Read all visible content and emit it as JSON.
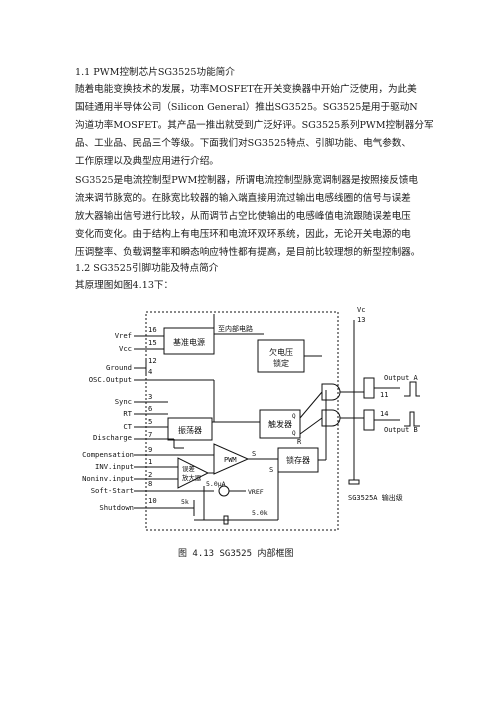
{
  "heading": "1.1 PWM控制芯片SG3525功能简介",
  "paragraph1": [
    "随着电能变换技术的发展，功率MOSFET在开关变换器中开始广泛使用，为此美",
    "国硅通用半导体公司（Silicon General）推出SG3525。SG3525是用于驱动N",
    "沟道功率MOSFET。其产品一推出就受到广泛好评。SG3525系列PWM控制器分军",
    "品、工业品、民品三个等级。下面我们对SG3525特点、引脚功能、电气参数、",
    "工作原理以及典型应用进行介绍。"
  ],
  "paragraph2": [
    "SG3525是电流控制型PWM控制器，所谓电流控制型脉宽调制器是按照接反馈电",
    "流来调节脉宽的。在脉宽比较器的输入端直接用流过输出电感线圈的信号与误差",
    "放大器输出信号进行比较，从而调节占空比使输出的电感峰值电流跟随误差电压",
    "变化而变化。由于结构上有电压环和电流环双环系统，因此，无论开关电源的电",
    "压调整率、负载调整率和瞬态响应特性都有提高，是目前比较理想的新型控制器。"
  ],
  "subheading": "1.2 SG3525引脚功能及特点简介",
  "figure_intro": "其原理图如图4.13下：",
  "diagram": {
    "pins": [
      {
        "name": "Vref",
        "num": "16"
      },
      {
        "name": "Vcc",
        "num": "15"
      },
      {
        "name": "Ground",
        "num": "12"
      },
      {
        "name": "OSC.Output",
        "num": "4"
      },
      {
        "name": "Sync",
        "num": "3"
      },
      {
        "name": "RT",
        "num": "6"
      },
      {
        "name": "CT",
        "num": "5"
      },
      {
        "name": "Discharge",
        "num": "7"
      },
      {
        "name": "Compensation",
        "num": "9"
      },
      {
        "name": "INV.input",
        "num": "1"
      },
      {
        "name": "Noninv.input",
        "num": "2"
      },
      {
        "name": "Soft-Start",
        "num": "8"
      },
      {
        "name": "Shutdown",
        "num": "10"
      }
    ],
    "blocks": {
      "ref": "基准电源",
      "internal": "至内部电路",
      "uvlo": "欠电压锁定",
      "osc": "振荡器",
      "flipflop": "触发器",
      "flipflop_q": "Q",
      "flipflop_qbar": "Q",
      "erramp": "误差放大器",
      "pwm": "PWM",
      "latch": "锁存器",
      "r_label": "R",
      "s_label": "S",
      "s_label2": "S",
      "current": "5.0μA",
      "vref_label": "VREF",
      "r5k": "5.0k",
      "r5k2": "5k",
      "vc": "Vc",
      "vc_num": "13",
      "outA": "Output A",
      "outA_num": "11",
      "outB": "Output B",
      "outB_num": "14",
      "stage": "SG3525A 输出级"
    },
    "caption": "图 4.13 SG3525 内部框图"
  }
}
